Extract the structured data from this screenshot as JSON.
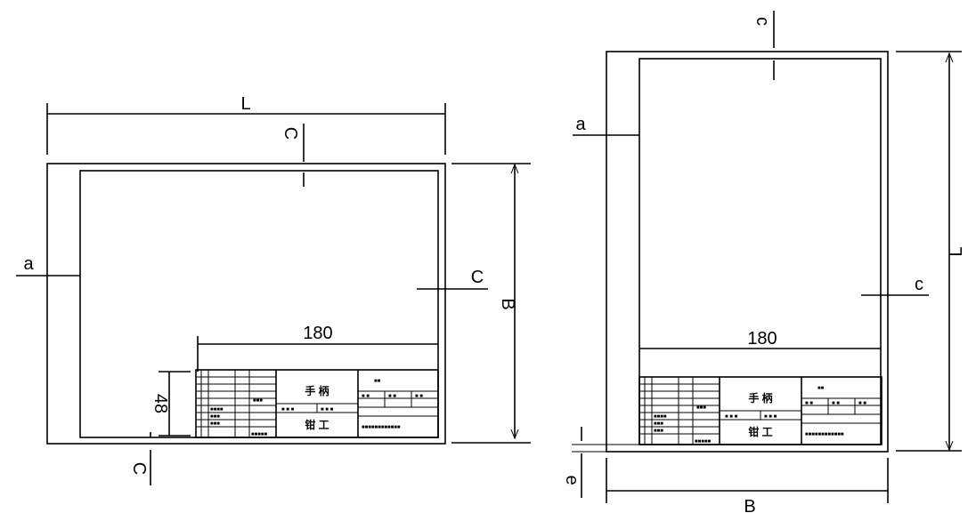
{
  "landscape": {
    "dim_length": "L",
    "dim_width": "B",
    "margin_c_top": "C",
    "margin_c_bottom": "C",
    "margin_c_right": "C",
    "margin_a": "a",
    "title_block_width": "180",
    "title_block_height": "48"
  },
  "portrait": {
    "dim_length": "L",
    "dim_width": "B",
    "margin_c_top": "c",
    "margin_c_right": "c",
    "margin_a": "a",
    "margin_e": "e",
    "title_block_width": "180"
  },
  "title_block": {
    "name": "手 柄",
    "process": "钳 工"
  }
}
